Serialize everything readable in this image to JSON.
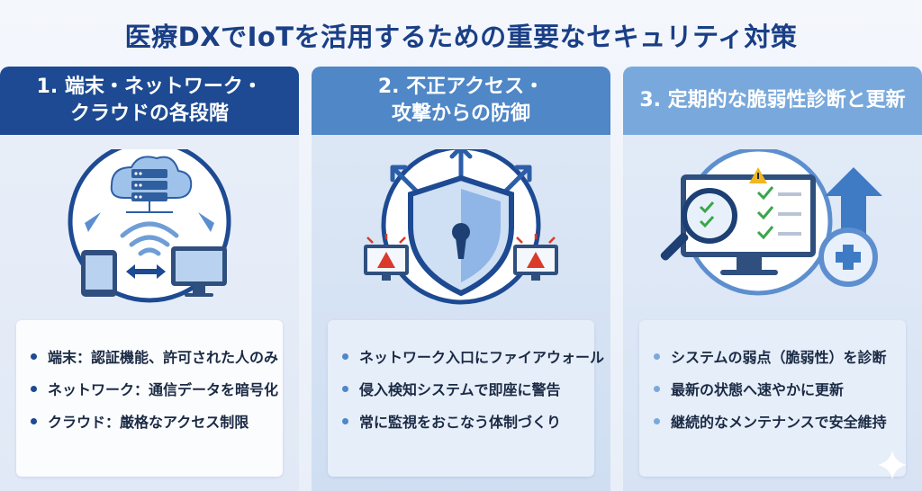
{
  "title": "医療DXでIoTを活用するための重要なセキュリティ対策",
  "columns": [
    {
      "heading_lines": [
        "1. 端末・ネットワーク・",
        "クラウドの各段階"
      ],
      "items": [
        "端末：認証機能、許可された人のみ",
        "ネットワーク：通信データを暗号化",
        "クラウド：厳格なアクセス制限"
      ]
    },
    {
      "heading_lines": [
        "2. 不正アクセス・",
        "攻撃からの防御"
      ],
      "items": [
        "ネットワーク入口にファイアウォール",
        "侵入検知システムで即座に警告",
        "常に監視をおこなう体制づくり"
      ]
    },
    {
      "heading_lines": [
        "3. 定期的な脆弱性診断と更新"
      ],
      "items": [
        "システムの弱点（脆弱性）を診断",
        "最新の状態へ速やかに更新",
        "継続的なメンテナンスで安全維持"
      ]
    }
  ],
  "colors": {
    "title": "#1a3f86",
    "header1": "#1d4a92",
    "header2": "#4f87c7",
    "header3": "#79a9dc",
    "alert": "#d93a2b",
    "check": "#3aa64a"
  },
  "icons": {
    "col1": [
      "cloud-server-icon",
      "wifi-icon",
      "tablet-icon",
      "monitor-icon",
      "cycle-arrows-icon"
    ],
    "col2": [
      "shield-lock-icon",
      "alert-monitor-icon",
      "blocked-arrows-icon"
    ],
    "col3": [
      "magnifier-checklist-icon",
      "warning-icon",
      "update-arrow-icon",
      "refresh-plus-icon"
    ]
  }
}
